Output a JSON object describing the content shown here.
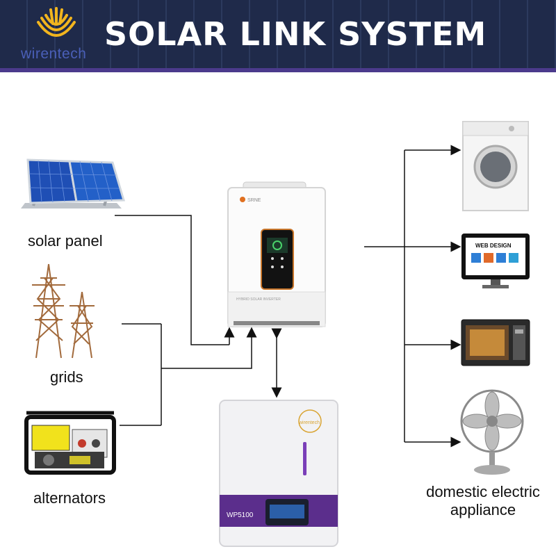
{
  "header": {
    "title": "SOLAR LINK SYSTEM",
    "logo_text": "wirentech"
  },
  "sources": [
    {
      "label": "solar panel"
    },
    {
      "label": "grids"
    },
    {
      "label": "alternators"
    }
  ],
  "inverter": {
    "brand": "SRNE",
    "caption": "HYBRID SOLAR INVERTER"
  },
  "battery": {
    "brand": "wirentech",
    "model": "WP5100"
  },
  "loads": {
    "label_line1": "domestic electric",
    "label_line2": "appliance",
    "monitor_text": "WEB DESIGN"
  },
  "colors": {
    "header_bg": "#1f2a4a",
    "header_band": "#4b3a8c",
    "battery_accent": "#5b2e8c",
    "inverter_screen_rim": "#c8752a"
  }
}
